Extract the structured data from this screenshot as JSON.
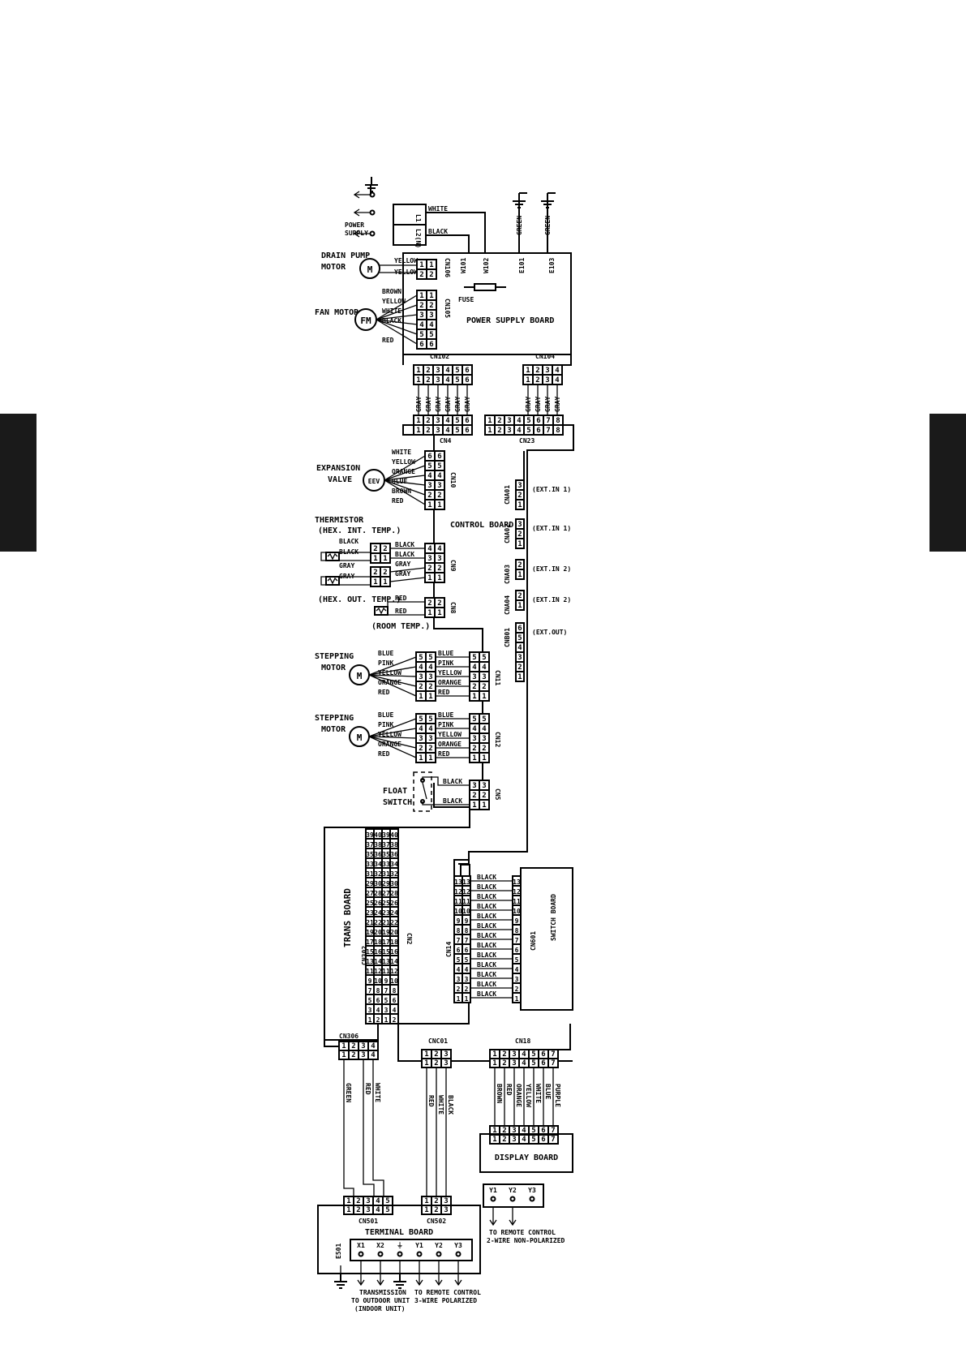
{
  "power_supply": {
    "label": [
      "POWER",
      "SUPPLY"
    ],
    "terminals": [
      "L1",
      "L2(N)"
    ],
    "wire_colors": [
      "WHITE",
      "BLACK"
    ],
    "pins": [
      "W101",
      "W102"
    ],
    "earth_pins": [
      "E101",
      "E103"
    ],
    "earth_colors": [
      "GREEN",
      "GREEN"
    ],
    "fuse_label": "FUSE"
  },
  "power_supply_board": {
    "label": "POWER SUPPLY BOARD"
  },
  "drain_pump": {
    "label": [
      "DRAIN PUMP",
      "MOTOR"
    ],
    "symbol": "M",
    "connector": "CN106",
    "colors": [
      "YELLOW",
      "YELLOW"
    ],
    "pins": [
      "1",
      "2"
    ]
  },
  "fan_motor": {
    "label": "FAN MOTOR",
    "symbol": "FM",
    "connector": "CN105",
    "colors": [
      "BROWN",
      "YELLOW",
      "WHITE",
      "BLACK",
      "",
      "RED"
    ],
    "pins": [
      "1",
      "2",
      "3",
      "4",
      "5",
      "6"
    ]
  },
  "cn102": {
    "label": "CN102",
    "pins": [
      "1",
      "2",
      "3",
      "4",
      "5",
      "6"
    ],
    "colors": [
      "GRAY",
      "GRAY",
      "GRAY",
      "GRAY",
      "GRAY",
      "GRAY"
    ]
  },
  "cn104": {
    "label": "CN104",
    "pins": [
      "1",
      "2",
      "3",
      "4"
    ],
    "colors": [
      "GRAY",
      "GRAY",
      "GRAY",
      "GRAY"
    ]
  },
  "cn4": {
    "label": "CN4",
    "pins": [
      "1",
      "2",
      "3",
      "4",
      "5",
      "6"
    ]
  },
  "cn23": {
    "label": "CN23",
    "pins": [
      "1",
      "2",
      "3",
      "4",
      "5",
      "6",
      "7",
      "8"
    ]
  },
  "expansion_valve": {
    "label": [
      "EXPANSION",
      "VALVE"
    ],
    "symbol": "EEV",
    "connector": "CN10",
    "colors": [
      "WHITE",
      "YELLOW",
      "ORANGE",
      "BLUE",
      "BROWN",
      "RED"
    ],
    "pins": [
      "6",
      "5",
      "4",
      "3",
      "2",
      "1"
    ]
  },
  "control_board": {
    "label": "CONTROL BOARD"
  },
  "thermistor": {
    "label": [
      "THERMISTOR",
      "(HEX. INT. TEMP.)"
    ],
    "connector": "CN9",
    "colors": [
      "BLACK",
      "BLACK",
      "GRAY",
      "GRAY"
    ],
    "pins": [
      "4",
      "3",
      "2",
      "1"
    ],
    "out_label": "(HEX. OUT. TEMP.)"
  },
  "room_thermistor": {
    "label": "(ROOM TEMP.)",
    "connector": "CN8",
    "colors": [
      "RED",
      "RED"
    ],
    "pins": [
      "2",
      "1"
    ]
  },
  "stepping_motor_1": {
    "label": [
      "STEPPING",
      "MOTOR"
    ],
    "symbol": "M",
    "connector": "CN11",
    "colors": [
      "BLUE",
      "PINK",
      "YELLOW",
      "ORANGE",
      "RED"
    ],
    "pins": [
      "5",
      "4",
      "3",
      "2",
      "1"
    ]
  },
  "stepping_motor_2": {
    "label": [
      "STEPPING",
      "MOTOR"
    ],
    "symbol": "M",
    "connector": "CN12",
    "colors": [
      "BLUE",
      "PINK",
      "YELLOW",
      "ORANGE",
      "RED"
    ],
    "pins": [
      "5",
      "4",
      "3",
      "2",
      "1"
    ]
  },
  "float_switch": {
    "label": [
      "FLOAT",
      "SWITCH"
    ],
    "connector": "CN5",
    "colors": [
      "BLACK",
      "BLACK"
    ],
    "pins": [
      "3",
      "2",
      "1"
    ]
  },
  "ext_inputs": [
    {
      "connector": "CNA01",
      "label": "(EXT.IN 1)",
      "pins": [
        "3",
        "2",
        "1"
      ]
    },
    {
      "connector": "CNA02",
      "label": "(EXT.IN 1)",
      "pins": [
        "3",
        "2",
        "1"
      ]
    },
    {
      "connector": "CNA03",
      "label": "(EXT.IN 2)",
      "pins": [
        "2",
        "1"
      ]
    },
    {
      "connector": "CNA04",
      "label": "(EXT.IN 2)",
      "pins": [
        "2",
        "1"
      ]
    },
    {
      "connector": "CNB01",
      "label": "(EXT.OUT)",
      "pins": [
        "6",
        "5",
        "4",
        "3",
        "2",
        "1"
      ]
    }
  ],
  "trans_board": {
    "label": "TRANS BOARD",
    "connector_a": "CN302",
    "connector_b": "CN2",
    "rows": [
      [
        "39",
        "40"
      ],
      [
        "37",
        "38"
      ],
      [
        "35",
        "36"
      ],
      [
        "33",
        "34"
      ],
      [
        "31",
        "32"
      ],
      [
        "29",
        "30"
      ],
      [
        "27",
        "28"
      ],
      [
        "25",
        "26"
      ],
      [
        "23",
        "24"
      ],
      [
        "21",
        "22"
      ],
      [
        "19",
        "20"
      ],
      [
        "17",
        "18"
      ],
      [
        "15",
        "16"
      ],
      [
        "13",
        "14"
      ],
      [
        "11",
        "12"
      ],
      [
        "9",
        "10"
      ],
      [
        "7",
        "8"
      ],
      [
        "5",
        "6"
      ],
      [
        "3",
        "4"
      ],
      [
        "1",
        "2"
      ]
    ]
  },
  "switch_board": {
    "label": "SWITCH BOARD",
    "connector_a": "CN14",
    "connector_b": "CN601",
    "pins": [
      "13",
      "12",
      "11",
      "10",
      "9",
      "8",
      "7",
      "6",
      "5",
      "4",
      "3",
      "2",
      "1"
    ],
    "colors": [
      "BLACK",
      "BLACK",
      "BLACK",
      "BLACK",
      "BLACK",
      "BLACK",
      "BLACK",
      "BLACK",
      "BLACK",
      "BLACK",
      "BLACK",
      "BLACK",
      "BLACK"
    ]
  },
  "cn306": {
    "label": "CN306",
    "pins": [
      "1",
      "2",
      "3",
      "4"
    ],
    "colors": [
      "GREEN",
      "RED",
      "WHITE"
    ]
  },
  "cnc01": {
    "label": "CNC01",
    "pins": [
      "1",
      "2",
      "3"
    ],
    "colors": [
      "RED",
      "WHITE",
      "BLACK"
    ]
  },
  "cn18": {
    "label": "CN18",
    "pins": [
      "1",
      "2",
      "3",
      "4",
      "5",
      "6",
      "7"
    ],
    "colors": [
      "BROWN",
      "RED",
      "ORANGE",
      "YELLOW",
      "WHITE",
      "BLUE",
      "PURPLE"
    ]
  },
  "display_board": {
    "label": "DISPLAY BOARD"
  },
  "terminal_board": {
    "label": "TERMINAL BOARD",
    "cn501": "CN501",
    "cn502": "CN502",
    "earth_label": "E501",
    "cn501_pins": [
      "1",
      "2",
      "3",
      "4",
      "5"
    ],
    "cn502_pins": [
      "1",
      "2",
      "3"
    ],
    "terminals": [
      "X1",
      "X2",
      "⏚",
      "Y1",
      "Y2",
      "Y3"
    ]
  },
  "remote_2wire": {
    "terminals": [
      "Y1",
      "Y2",
      "Y3"
    ],
    "label": [
      "TO REMOTE CONTROL",
      "2-WIRE NON-POLARIZED"
    ]
  },
  "bottom_labels": {
    "transmission": [
      "TRANSMISSION",
      "TO OUTDOOR UNIT",
      "(INDOOR UNIT)"
    ],
    "remote_3wire": [
      "TO REMOTE CONTROL",
      "3-WIRE POLARIZED"
    ]
  },
  "side_tabs": {
    "color": "#1a1a1a"
  }
}
